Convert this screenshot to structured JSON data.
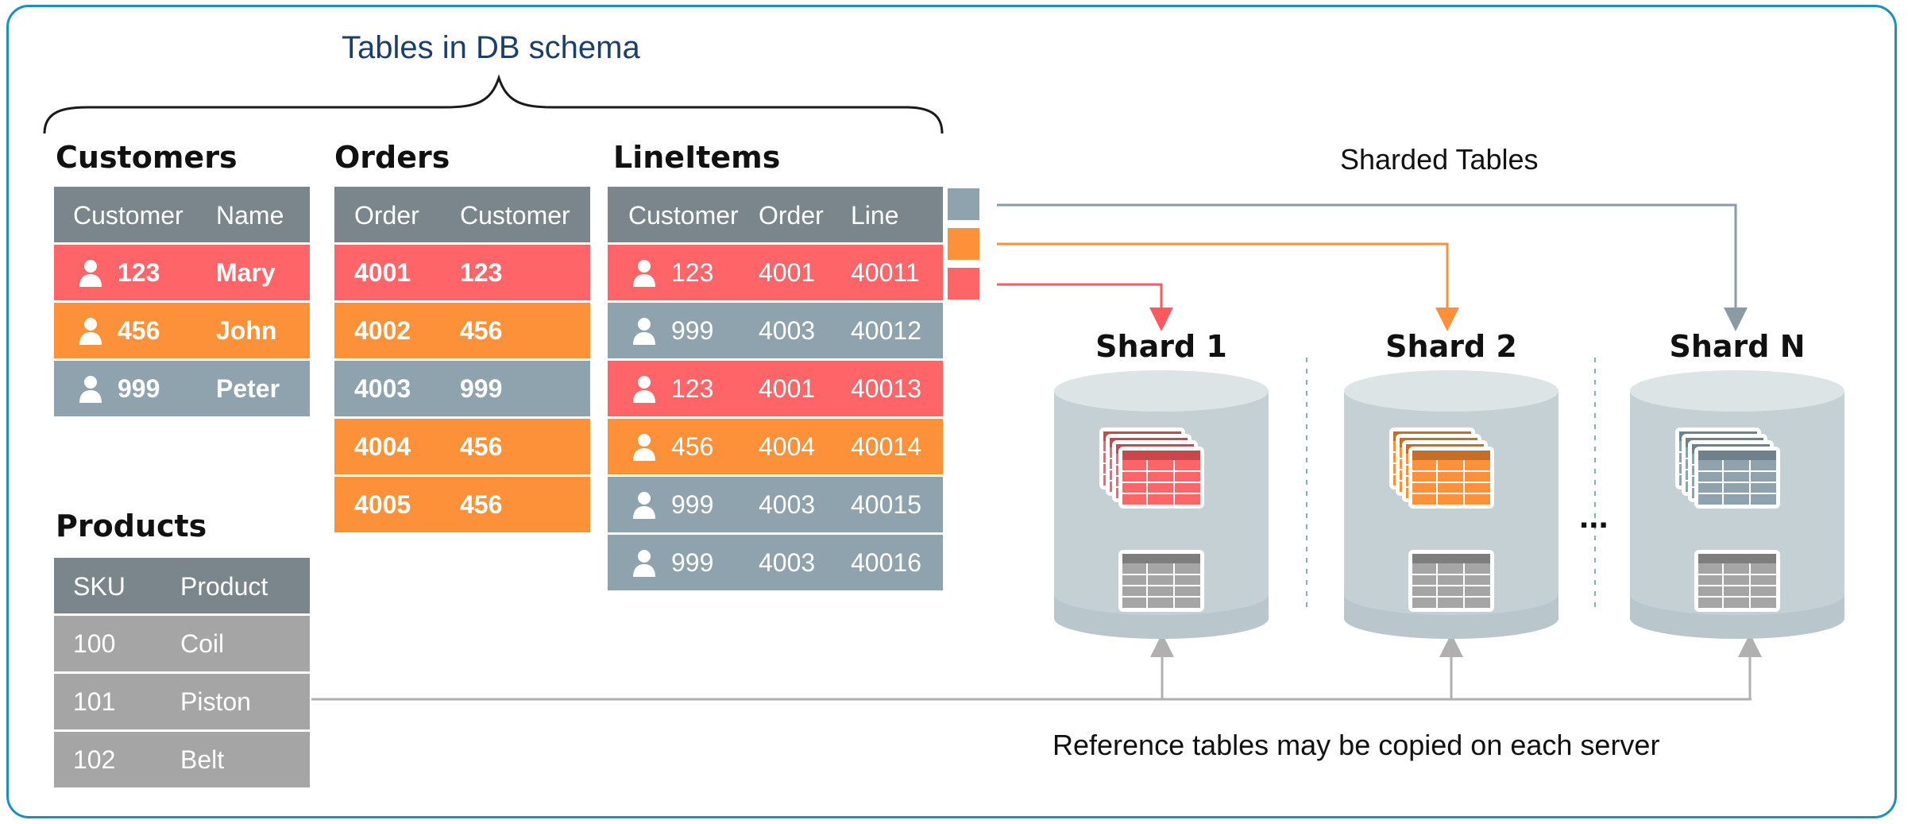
{
  "header": {
    "title": "Tables in DB schema"
  },
  "customers": {
    "title": "Customers",
    "columns": [
      "Customer",
      "Name"
    ],
    "rows": [
      {
        "id": "123",
        "name": "Mary",
        "color": "#fe6569"
      },
      {
        "id": "456",
        "name": "John",
        "color": "#fd9139"
      },
      {
        "id": "999",
        "name": "Peter",
        "color": "#8ea3ad"
      }
    ]
  },
  "orders": {
    "title": "Orders",
    "columns": [
      "Order",
      "Customer"
    ],
    "rows": [
      {
        "order": "4001",
        "customer": "123",
        "color": "#fe6569"
      },
      {
        "order": "4002",
        "customer": "456",
        "color": "#fd9139"
      },
      {
        "order": "4003",
        "customer": "999",
        "color": "#8ea3ad"
      },
      {
        "order": "4004",
        "customer": "456",
        "color": "#fd9139"
      },
      {
        "order": "4005",
        "customer": "456",
        "color": "#fd9139"
      }
    ]
  },
  "lineitems": {
    "title": "LineItems",
    "columns": [
      "Customer",
      "Order",
      "Line"
    ],
    "rows": [
      {
        "customer": "123",
        "order": "4001",
        "line": "40011",
        "color": "#fe6569"
      },
      {
        "customer": "999",
        "order": "4003",
        "line": "40012",
        "color": "#8ea3ad"
      },
      {
        "customer": "123",
        "order": "4001",
        "line": "40013",
        "color": "#fe6569"
      },
      {
        "customer": "456",
        "order": "4004",
        "line": "40014",
        "color": "#fd9139"
      },
      {
        "customer": "999",
        "order": "4003",
        "line": "40015",
        "color": "#8ea3ad"
      },
      {
        "customer": "999",
        "order": "4003",
        "line": "40016",
        "color": "#8ea3ad"
      }
    ]
  },
  "products": {
    "title": "Products",
    "columns": [
      "SKU",
      "Product"
    ],
    "rows": [
      {
        "sku": "100",
        "product": "Coil"
      },
      {
        "sku": "101",
        "product": "Piston"
      },
      {
        "sku": "102",
        "product": "Belt"
      }
    ]
  },
  "sharded_label": "Sharded Tables",
  "reference_label": "Reference tables may be copied on each server",
  "ellipsis": "...",
  "shards": [
    {
      "name": "Shard 1",
      "color": "#fe6569"
    },
    {
      "name": "Shard 2",
      "color": "#fd9139"
    },
    {
      "name": "Shard N",
      "color": "#8ea3ad"
    }
  ],
  "colors": {
    "frame": "#1a8fc2",
    "title": "#1b3f6b",
    "red": "#fe6569",
    "orange": "#fd9139",
    "gray": "#8ea3ad",
    "header_gray": "#7b868c",
    "product_gray": "#a5a5a5"
  }
}
